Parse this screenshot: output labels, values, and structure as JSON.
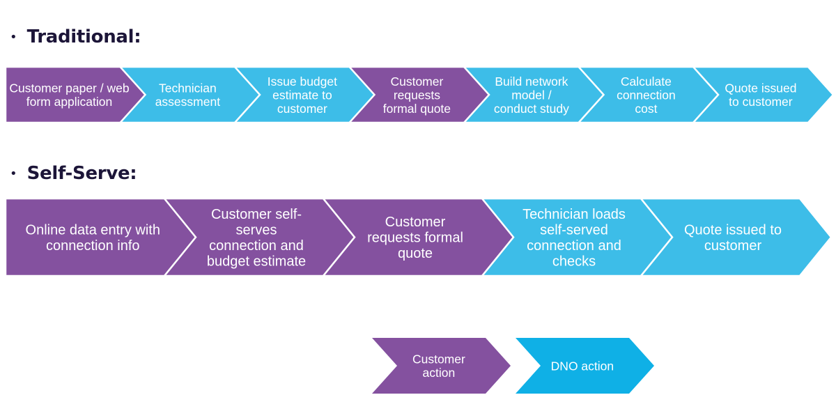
{
  "sections": {
    "traditional": {
      "bullet": "•",
      "title": "Traditional:",
      "steps": [
        {
          "lines": [
            "Customer paper / web",
            "form application"
          ],
          "actor": "customer"
        },
        {
          "lines": [
            "Technician",
            "assessment"
          ],
          "actor": "dno"
        },
        {
          "lines": [
            "Issue budget",
            "estimate to",
            "customer"
          ],
          "actor": "dno"
        },
        {
          "lines": [
            "Customer",
            "requests",
            "formal quote"
          ],
          "actor": "customer"
        },
        {
          "lines": [
            "Build network",
            "model /",
            "conduct study"
          ],
          "actor": "dno"
        },
        {
          "lines": [
            "Calculate",
            "connection",
            "cost"
          ],
          "actor": "dno"
        },
        {
          "lines": [
            "Quote issued",
            "to customer"
          ],
          "actor": "dno"
        }
      ]
    },
    "selfserve": {
      "bullet": "•",
      "title": "Self-Serve:",
      "steps": [
        {
          "lines": [
            "Online data entry with",
            "connection info"
          ],
          "actor": "customer"
        },
        {
          "lines": [
            "Customer self-",
            "serves",
            "connection and",
            "budget estimate"
          ],
          "actor": "customer"
        },
        {
          "lines": [
            "Customer",
            "requests formal",
            "quote"
          ],
          "actor": "customer"
        },
        {
          "lines": [
            "Technician loads",
            "self-served",
            "connection and",
            "checks"
          ],
          "actor": "dno"
        },
        {
          "lines": [
            "Quote issued to",
            "customer"
          ],
          "actor": "dno"
        }
      ]
    }
  },
  "legend": [
    {
      "lines": [
        "Customer",
        "action"
      ],
      "actor": "customer"
    },
    {
      "lines": [
        "DNO action"
      ],
      "actor": "legend_dno"
    }
  ],
  "colors": {
    "customer": "#84519f",
    "dno": "#3dbde8",
    "legend_dno": "#0fb0e6",
    "outline": "#ffffff"
  }
}
